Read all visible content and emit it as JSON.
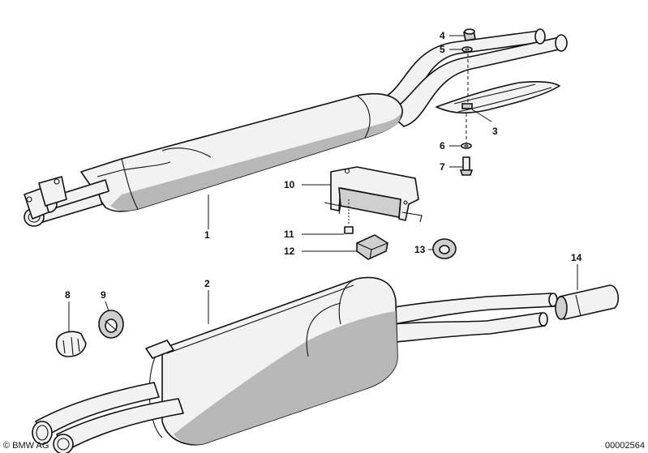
{
  "callouts": [
    {
      "id": "1",
      "label": "1"
    },
    {
      "id": "2",
      "label": "2"
    },
    {
      "id": "3",
      "label": "3"
    },
    {
      "id": "4",
      "label": "4"
    },
    {
      "id": "5",
      "label": "5"
    },
    {
      "id": "6",
      "label": "6"
    },
    {
      "id": "7",
      "label": "7"
    },
    {
      "id": "8",
      "label": "8"
    },
    {
      "id": "9",
      "label": "9"
    },
    {
      "id": "10",
      "label": "10"
    },
    {
      "id": "11",
      "label": "11"
    },
    {
      "id": "12",
      "label": "12"
    },
    {
      "id": "13",
      "label": "13"
    },
    {
      "id": "14",
      "label": "14"
    }
  ],
  "footer": {
    "copyright": "© BMW AG",
    "diagram_id": "00002564"
  }
}
